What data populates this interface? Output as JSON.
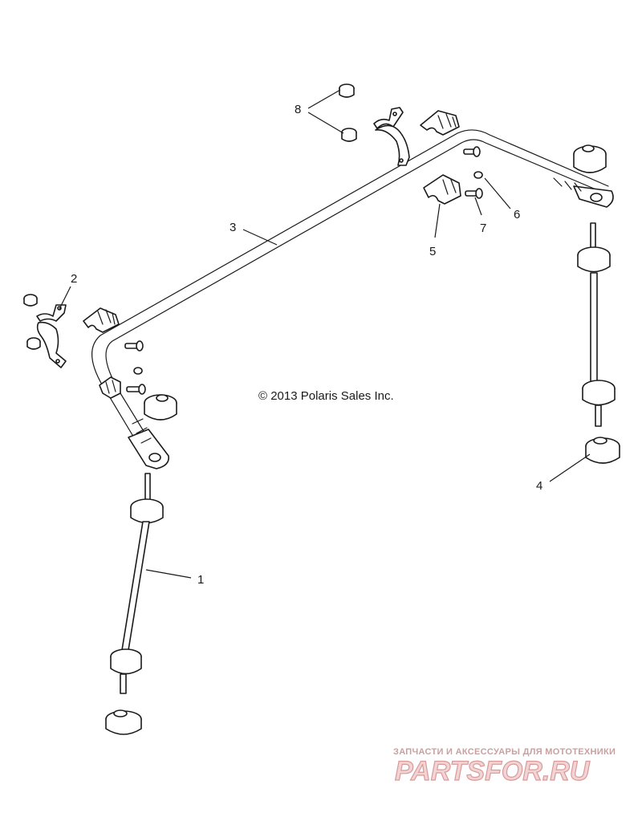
{
  "copyright": "© 2013 Polaris Sales Inc.",
  "callouts": [
    "1",
    "2",
    "3",
    "4",
    "5",
    "6",
    "7",
    "8"
  ],
  "watermark": {
    "tagline": "ЗАПЧАСТИ И АКСЕССУАРЫ ДЛЯ МОТОТЕХНИКИ",
    "logo": "PARTSFOR.RU",
    "color": "#d99a9a"
  }
}
